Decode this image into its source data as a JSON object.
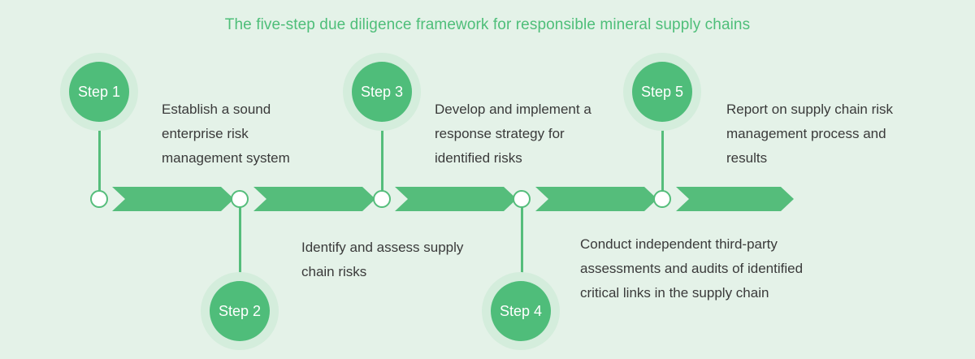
{
  "title": "The five-step due diligence framework for responsible mineral supply chains",
  "theme": {
    "background": "#e4f2e8",
    "accent_green": "#55bd7b",
    "circle_green": "#4fbd7a",
    "halo_green": "#d4eddc",
    "title_color": "#4ebe79",
    "text_color": "#3a3a3a",
    "marker_fill": "#ffffff"
  },
  "steps": [
    {
      "label": "Step 1",
      "description": "Establish a sound enterprise risk management system",
      "position": "above"
    },
    {
      "label": "Step 2",
      "description": "Identify and assess supply chain risks",
      "position": "below"
    },
    {
      "label": "Step 3",
      "description": "Develop and implement a response strategy for identified risks",
      "position": "above"
    },
    {
      "label": "Step 4",
      "description": "Conduct independent third-party assessments and audits of identified critical links in the supply chain",
      "position": "below"
    },
    {
      "label": "Step 5",
      "description": "Report on supply chain risk management process and results",
      "position": "above"
    }
  ]
}
